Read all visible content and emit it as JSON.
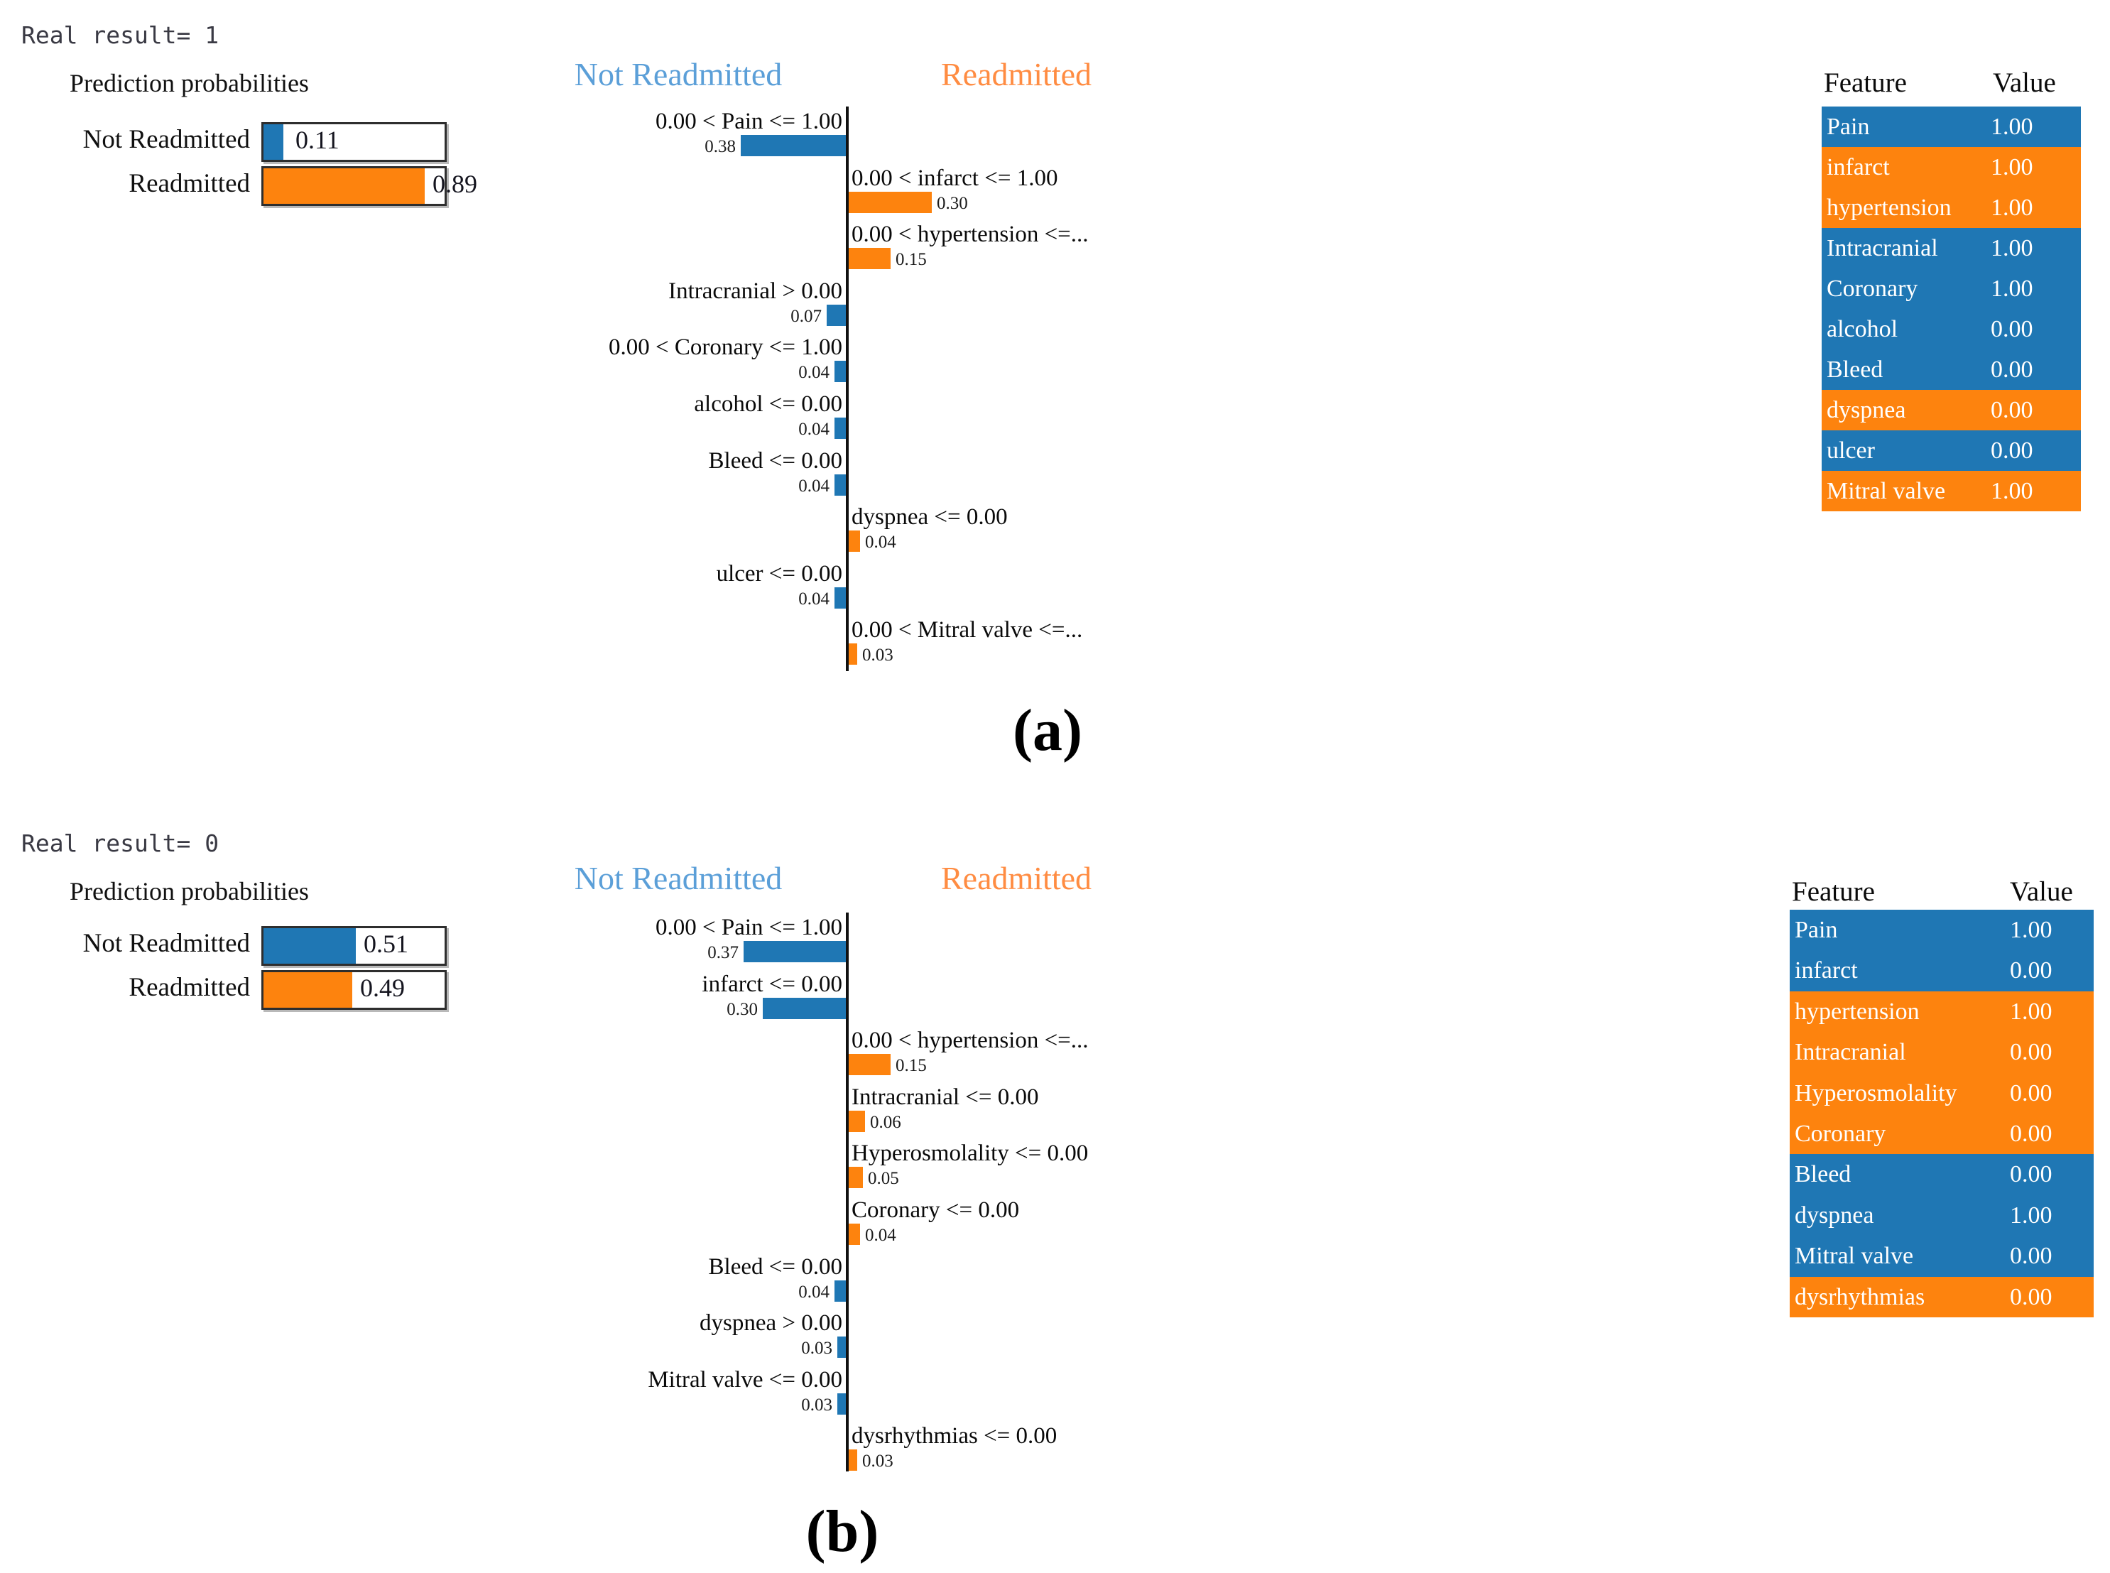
{
  "colors": {
    "blue": "#1f77b4",
    "orange": "#fd830e",
    "header_blue": "#5b9fd8",
    "header_orange": "#ff8c42",
    "axis": "#111111"
  },
  "chart_data": [
    {
      "type": "bar",
      "panel": "a",
      "caption": "(a)",
      "real_result": "Real result= 1",
      "prediction_probabilities": {
        "title": "Prediction probabilities",
        "rows": [
          {
            "label": "Not Readmitted",
            "value": 0.11,
            "display": "0.11",
            "color": "blue"
          },
          {
            "label": "Readmitted",
            "value": 0.89,
            "display": "0.89",
            "color": "orange"
          }
        ]
      },
      "feature_weights": {
        "left_class": "Not Readmitted",
        "right_class": "Readmitted",
        "xlim": [
          0,
          0.4
        ],
        "items": [
          {
            "label": "0.00 < Pain <= 1.00",
            "weight": 0.38,
            "display": "0.38",
            "side": "left"
          },
          {
            "label": "0.00 < infarct <= 1.00",
            "weight": 0.3,
            "display": "0.30",
            "side": "right"
          },
          {
            "label": "0.00 < hypertension <=...",
            "weight": 0.15,
            "display": "0.15",
            "side": "right"
          },
          {
            "label": "Intracranial > 0.00",
            "weight": 0.07,
            "display": "0.07",
            "side": "left"
          },
          {
            "label": "0.00 < Coronary <= 1.00",
            "weight": 0.04,
            "display": "0.04",
            "side": "left"
          },
          {
            "label": "alcohol <= 0.00",
            "weight": 0.04,
            "display": "0.04",
            "side": "left"
          },
          {
            "label": "Bleed <= 0.00",
            "weight": 0.04,
            "display": "0.04",
            "side": "left"
          },
          {
            "label": "dyspnea <= 0.00",
            "weight": 0.04,
            "display": "0.04",
            "side": "right"
          },
          {
            "label": "ulcer <= 0.00",
            "weight": 0.04,
            "display": "0.04",
            "side": "left"
          },
          {
            "label": "0.00 < Mitral valve <=...",
            "weight": 0.03,
            "display": "0.03",
            "side": "right"
          }
        ]
      },
      "feature_value_table": {
        "headers": [
          "Feature",
          "Value"
        ],
        "rows": [
          {
            "feature": "Pain",
            "value": "1.00",
            "color": "blue"
          },
          {
            "feature": "infarct",
            "value": "1.00",
            "color": "orange"
          },
          {
            "feature": "hypertension",
            "value": "1.00",
            "color": "orange"
          },
          {
            "feature": "Intracranial",
            "value": "1.00",
            "color": "blue"
          },
          {
            "feature": "Coronary",
            "value": "1.00",
            "color": "blue"
          },
          {
            "feature": "alcohol",
            "value": "0.00",
            "color": "blue"
          },
          {
            "feature": "Bleed",
            "value": "0.00",
            "color": "blue"
          },
          {
            "feature": "dyspnea",
            "value": "0.00",
            "color": "orange"
          },
          {
            "feature": "ulcer",
            "value": "0.00",
            "color": "blue"
          },
          {
            "feature": "Mitral valve",
            "value": "1.00",
            "color": "orange"
          }
        ]
      }
    },
    {
      "type": "bar",
      "panel": "b",
      "caption": "(b)",
      "real_result": "Real result= 0",
      "prediction_probabilities": {
        "title": "Prediction probabilities",
        "rows": [
          {
            "label": "Not Readmitted",
            "value": 0.51,
            "display": "0.51",
            "color": "blue"
          },
          {
            "label": "Readmitted",
            "value": 0.49,
            "display": "0.49",
            "color": "orange"
          }
        ]
      },
      "feature_weights": {
        "left_class": "Not Readmitted",
        "right_class": "Readmitted",
        "xlim": [
          0,
          0.4
        ],
        "items": [
          {
            "label": "0.00 < Pain <= 1.00",
            "weight": 0.37,
            "display": "0.37",
            "side": "left"
          },
          {
            "label": "infarct <= 0.00",
            "weight": 0.3,
            "display": "0.30",
            "side": "left"
          },
          {
            "label": "0.00 < hypertension <=...",
            "weight": 0.15,
            "display": "0.15",
            "side": "right"
          },
          {
            "label": "Intracranial <= 0.00",
            "weight": 0.06,
            "display": "0.06",
            "side": "right"
          },
          {
            "label": "Hyperosmolality <= 0.00",
            "weight": 0.05,
            "display": "0.05",
            "side": "right"
          },
          {
            "label": "Coronary <= 0.00",
            "weight": 0.04,
            "display": "0.04",
            "side": "right"
          },
          {
            "label": "Bleed <= 0.00",
            "weight": 0.04,
            "display": "0.04",
            "side": "left"
          },
          {
            "label": "dyspnea > 0.00",
            "weight": 0.03,
            "display": "0.03",
            "side": "left"
          },
          {
            "label": "Mitral valve <= 0.00",
            "weight": 0.03,
            "display": "0.03",
            "side": "left"
          },
          {
            "label": "dysrhythmias <= 0.00",
            "weight": 0.03,
            "display": "0.03",
            "side": "right"
          }
        ]
      },
      "feature_value_table": {
        "headers": [
          "Feature",
          "Value"
        ],
        "rows": [
          {
            "feature": "Pain",
            "value": "1.00",
            "color": "blue"
          },
          {
            "feature": "infarct",
            "value": "0.00",
            "color": "blue"
          },
          {
            "feature": "hypertension",
            "value": "1.00",
            "color": "orange"
          },
          {
            "feature": "Intracranial",
            "value": "0.00",
            "color": "orange"
          },
          {
            "feature": "Hyperosmolality",
            "value": "0.00",
            "color": "orange"
          },
          {
            "feature": "Coronary",
            "value": "0.00",
            "color": "orange"
          },
          {
            "feature": "Bleed",
            "value": "0.00",
            "color": "blue"
          },
          {
            "feature": "dyspnea",
            "value": "1.00",
            "color": "blue"
          },
          {
            "feature": "Mitral valve",
            "value": "0.00",
            "color": "blue"
          },
          {
            "feature": "dysrhythmias",
            "value": "0.00",
            "color": "orange"
          }
        ]
      }
    }
  ]
}
